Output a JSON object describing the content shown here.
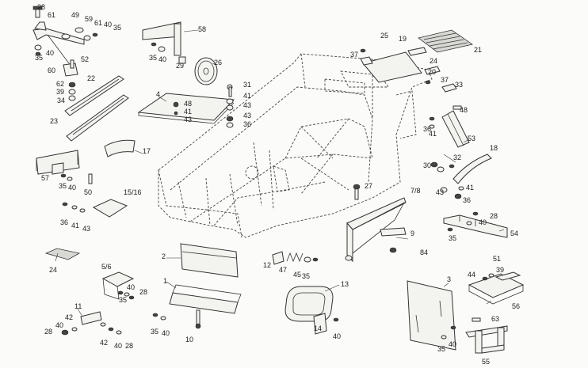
{
  "diagram": {
    "labels": {
      "p1": "1",
      "p2": "2",
      "p3": "3",
      "p4": "4",
      "p5_6": "5/6",
      "p7_8": "7/8",
      "p9": "9",
      "p10": "10",
      "p11": "11",
      "p12": "12",
      "p13": "13",
      "p14": "14",
      "p15_16": "15/16",
      "p17": "17",
      "p18": "18",
      "p19": "19",
      "p20": "20",
      "p21": "21",
      "p22": "22",
      "p23": "23",
      "p24a": "24",
      "p24b": "24",
      "p25": "25",
      "p26": "26",
      "p27": "27",
      "p28a": "28",
      "p28b": "28",
      "p28c": "28",
      "p28d": "28",
      "p29": "29",
      "p30": "30",
      "p31": "31",
      "p32": "32",
      "p33": "33",
      "p34": "34",
      "p35a": "35",
      "p35b": "35",
      "p35c": "35",
      "p35d": "35",
      "p35e": "35",
      "p35f": "35",
      "p35g": "35",
      "p35h": "35",
      "p36a": "36",
      "p36b": "36",
      "p36c": "36",
      "p36d": "36",
      "p37a": "37",
      "p37b": "37",
      "p39a": "39",
      "p39b": "39",
      "p40a": "40",
      "p40b": "40",
      "p40c": "40",
      "p40d": "40",
      "p40e": "40",
      "p40f": "40",
      "p40g": "40",
      "p40h": "40",
      "p40i": "40",
      "p40j": "40",
      "p41a": "41",
      "p41b": "41",
      "p41c": "41",
      "p41d": "41",
      "p41e": "41",
      "p42a": "42",
      "p42b": "42",
      "p43a": "43",
      "p43b": "43",
      "p43c": "43",
      "p43d": "43",
      "p43e": "43",
      "p44": "44",
      "p45": "45",
      "p47": "47",
      "p48a": "48",
      "p48b": "48",
      "p49": "49",
      "p50": "50",
      "p51": "51",
      "p52": "52",
      "p53": "53",
      "p54": "54",
      "p55": "55",
      "p56": "56",
      "p57": "57",
      "p58": "58",
      "p59": "59",
      "p60": "60",
      "p61a": "61",
      "p61b": "61",
      "p62": "62",
      "p63": "63",
      "p84": "84"
    }
  }
}
